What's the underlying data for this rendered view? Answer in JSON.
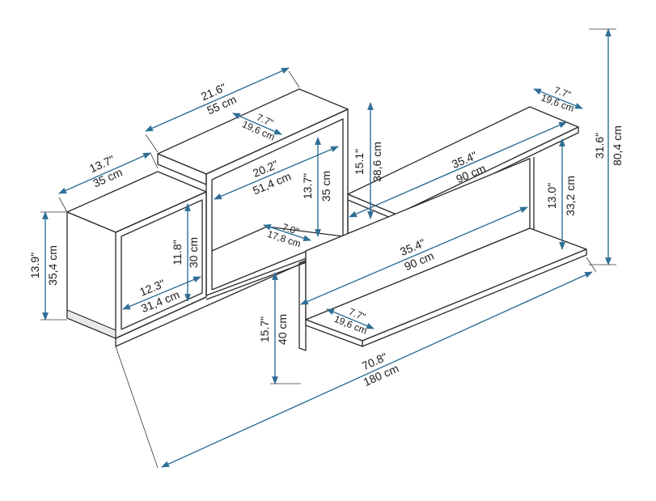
{
  "dimensions": [
    {
      "id": "right-unit-width",
      "imperial": "13.7\"",
      "metric": "35 cm"
    },
    {
      "id": "right-unit-height",
      "imperial": "13.9\"",
      "metric": "35,4 cm"
    },
    {
      "id": "right-unit-inner-height",
      "imperial": "11.8\"",
      "metric": "30 cm"
    },
    {
      "id": "right-unit-inner-width",
      "imperial": "12.3\"",
      "metric": "31,4 cm"
    },
    {
      "id": "middle-unit-width",
      "imperial": "21.6\"",
      "metric": "55 cm"
    },
    {
      "id": "middle-unit-depth",
      "imperial": "7.7\"",
      "metric": "19,6 cm"
    },
    {
      "id": "middle-unit-inner-width",
      "imperial": "20.2\"",
      "metric": "51,4 cm"
    },
    {
      "id": "middle-unit-inner-height",
      "imperial": "13.7\"",
      "metric": "35 cm"
    },
    {
      "id": "middle-unit-inner-depth",
      "imperial": "7.0\"",
      "metric": "17,8 cm"
    },
    {
      "id": "gap-height",
      "imperial": "15.1\"",
      "metric": "38,6 cm"
    },
    {
      "id": "top-shelf-length",
      "imperial": "35.4\"",
      "metric": "90 cm"
    },
    {
      "id": "top-shelf-depth",
      "imperial": "7.7\"",
      "metric": "19,6 cm"
    },
    {
      "id": "overall-height",
      "imperial": "31.6\"",
      "metric": "80,4 cm"
    },
    {
      "id": "shelf-spacing",
      "imperial": "13.0\"",
      "metric": "33,2 cm"
    },
    {
      "id": "lower-shelf-length",
      "imperial": "35.4\"",
      "metric": "90 cm"
    },
    {
      "id": "bottom-shelf-depth",
      "imperial": "7.7\"",
      "metric": "19,6 cm"
    },
    {
      "id": "post-height",
      "imperial": "15.7\"",
      "metric": "40 cm"
    },
    {
      "id": "overall-width",
      "imperial": "70.8\"",
      "metric": "180 cm"
    }
  ]
}
